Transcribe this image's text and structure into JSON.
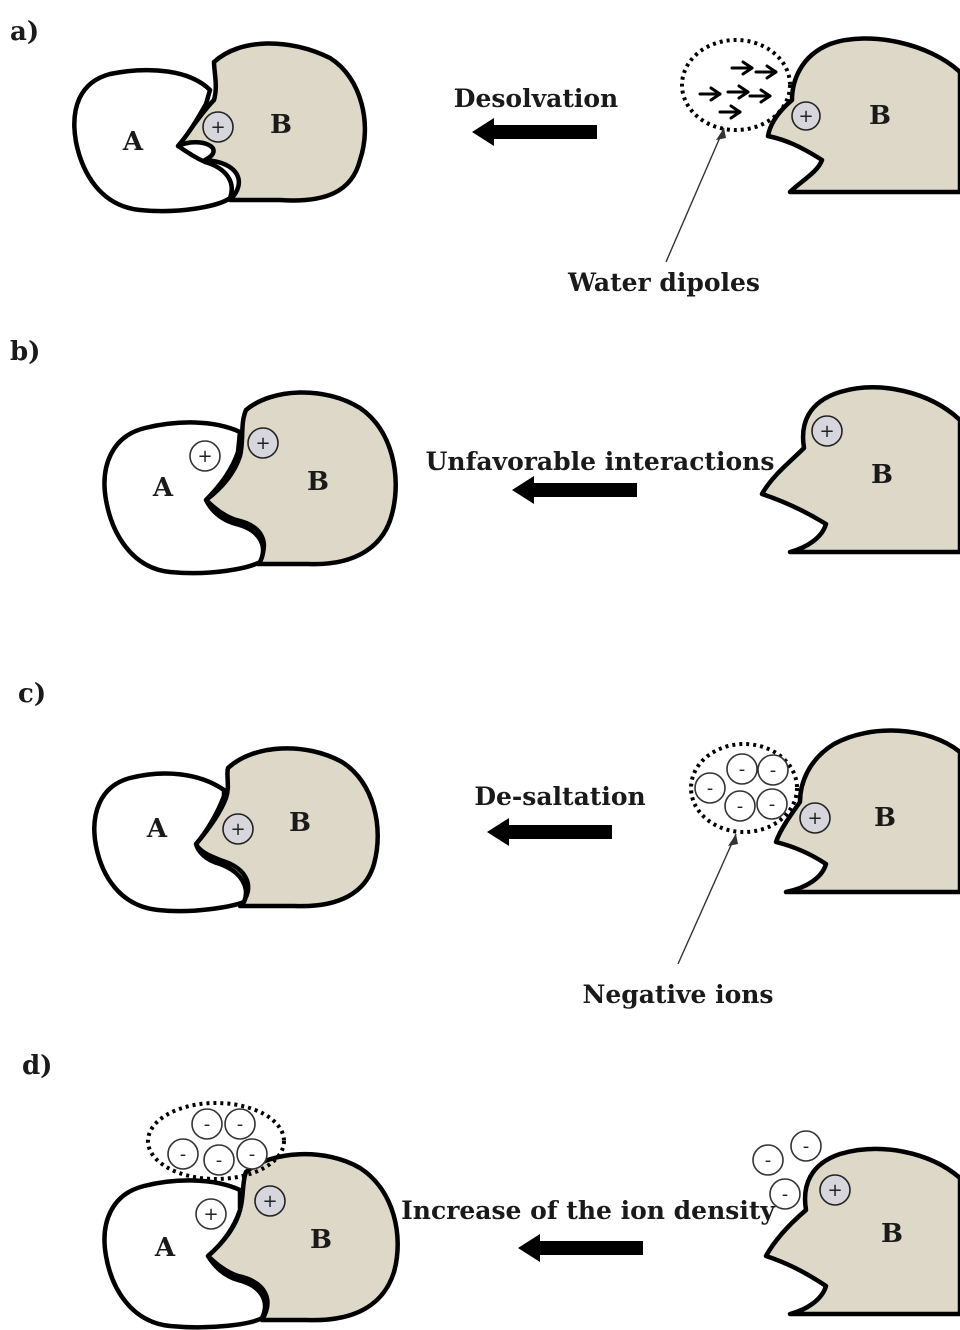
{
  "panels": {
    "a": {
      "label": "a)",
      "shape_a": "A",
      "shape_b": "B",
      "arrow_label": "Desolvation",
      "callout": "Water dipoles",
      "right_b": "B"
    },
    "b": {
      "label": "b)",
      "shape_a": "A",
      "shape_b": "B",
      "arrow_label": "Unfavorable interactions",
      "right_b": "B"
    },
    "c": {
      "label": "c)",
      "shape_a": "A",
      "shape_b": "B",
      "arrow_label": "De-saltation",
      "callout": "Negative ions",
      "right_b": "B"
    },
    "d": {
      "label": "d)",
      "shape_a": "A",
      "shape_b": "B",
      "arrow_label": "Increase of the ion density",
      "right_b": "B"
    }
  },
  "symbols": {
    "positive": "+",
    "negative": "-"
  },
  "colors": {
    "protein_b_fill": "#ddd8c8",
    "protein_a_fill": "#ffffff",
    "positive_charge_fill": "#d6d6dc"
  }
}
